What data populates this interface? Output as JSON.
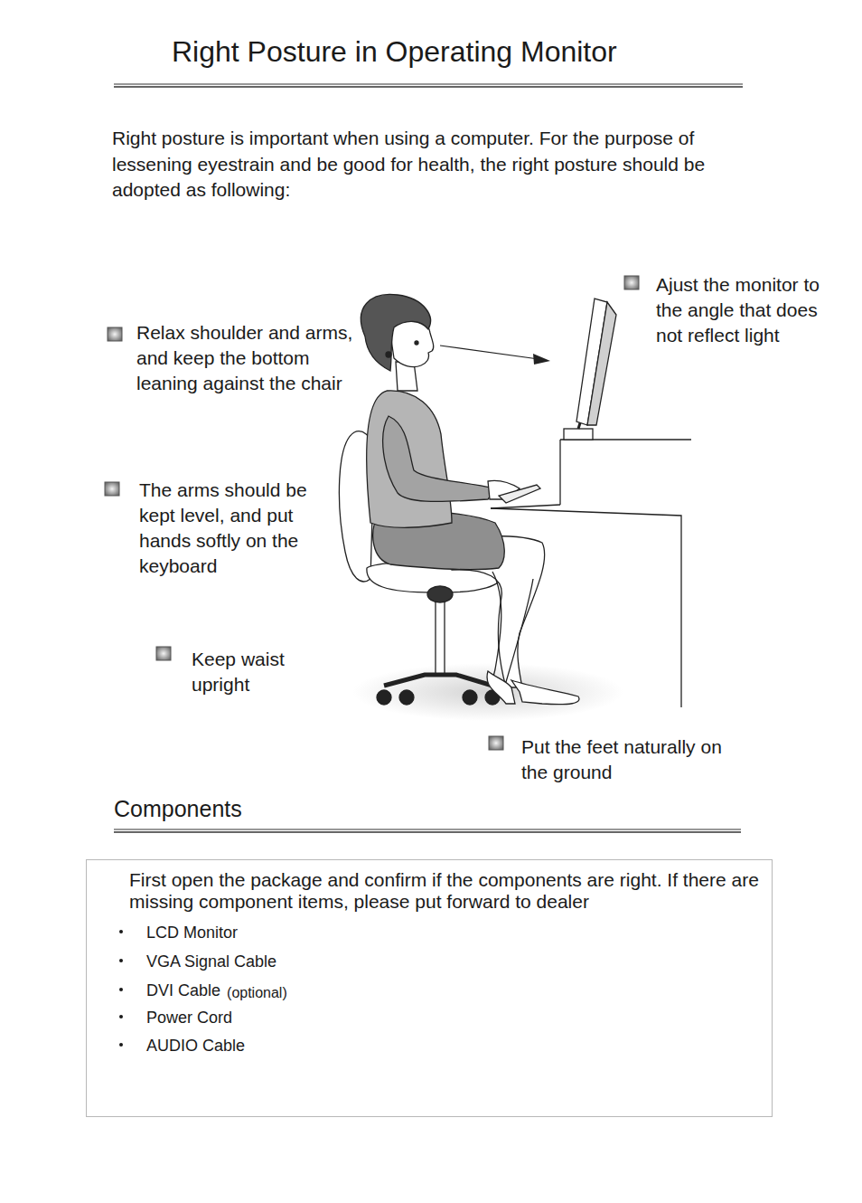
{
  "diagram": {
    "title": "Right Posture in Operating Monitor",
    "nodes": [
      {
        "text": [
          "First open the package and confirm if the components are right. If there are missing component items, please put forward to dealer",
          "LCD Monitor",
          "VGA Signal Cable",
          "DVI Cable",
          "(optional)",
          "Power Cord",
          "AUDIO Cable"
        ]
      }
    ],
    "labels": [
      "Right posture is important when using a computer. For the purpose of lessening eyestrain and be good for health, the right posture should be adopted as following:",
      "Ajust the monitor to the angle that does not reflect light",
      "Relax shoulder and arms, and keep the bottom leaning against the chair",
      "The arms should be kept level, and put hands softly on the keyboard",
      "Keep waist upright",
      "Put the feet naturally on the ground",
      "Components"
    ]
  }
}
